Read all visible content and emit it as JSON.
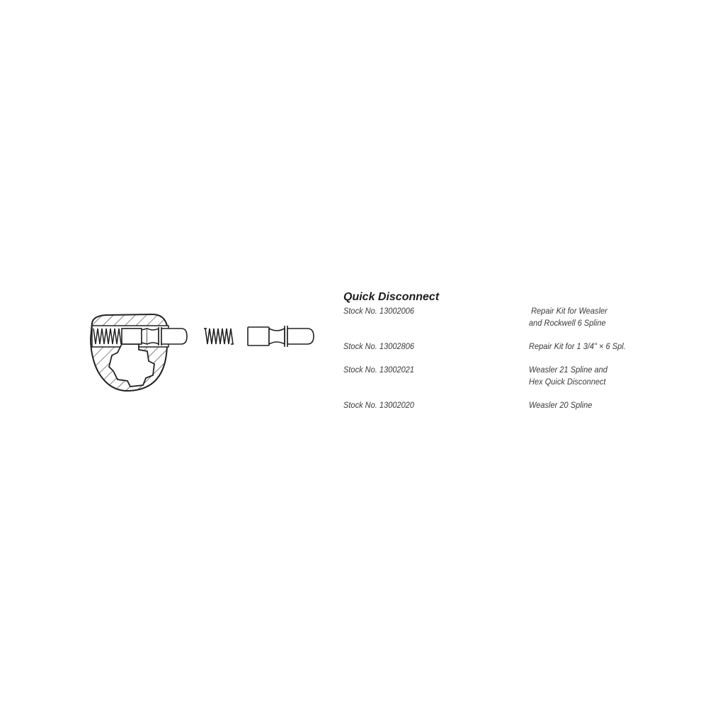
{
  "section": {
    "title": "Quick Disconnect"
  },
  "items": [
    {
      "stock": "Stock No. 13002006",
      "desc_lines": [
        " Repair Kit for Weasler",
        "and Rockwell 6 Spline"
      ]
    },
    {
      "stock": "Stock No. 13002806",
      "desc_lines": [
        "Repair Kit for 1 3/4\" × 6 Spl."
      ]
    },
    {
      "stock": "Stock No. 13002021",
      "desc_lines": [
        "Weasler 21 Spline and",
        "Hex Quick Disconnect"
      ]
    },
    {
      "stock": "Stock No. 13002020",
      "desc_lines": [
        "Weasler 20 Spline"
      ]
    }
  ]
}
